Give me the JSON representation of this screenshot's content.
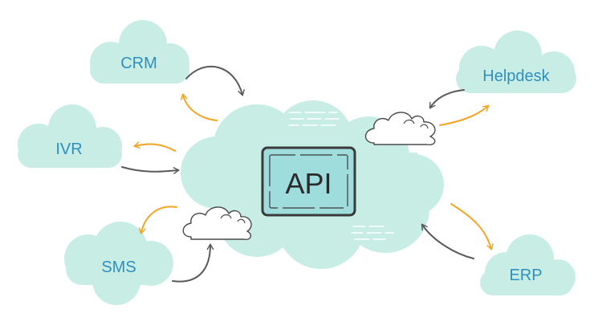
{
  "diagram": {
    "center": {
      "label": "API"
    },
    "nodes": [
      {
        "id": "crm",
        "label": "CRM"
      },
      {
        "id": "ivr",
        "label": "IVR"
      },
      {
        "id": "sms",
        "label": "SMS"
      },
      {
        "id": "helpdesk",
        "label": "Helpdesk"
      },
      {
        "id": "erp",
        "label": "ERP"
      }
    ]
  },
  "colors": {
    "cloud_fill": "#c8ede4",
    "node_text": "#2f8fbf",
    "arrow_orange": "#f3a425",
    "arrow_gray": "#5a5a5a",
    "api_box_border": "#3a3a3a",
    "api_box_fill": "#9fdcdc",
    "api_text": "#2b2b2b",
    "outline_cloud_stroke": "#4a4a4a"
  }
}
